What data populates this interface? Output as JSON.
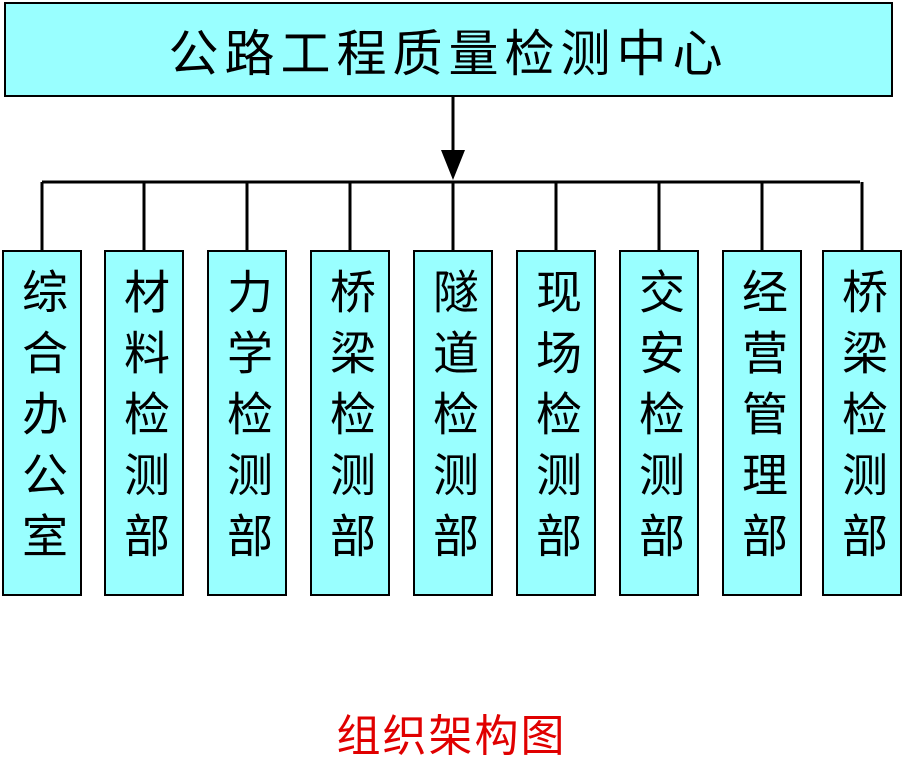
{
  "title": "公路工程质量检测中心",
  "departments": [
    "综合办公室",
    "材料检测部",
    "力学检测部",
    "桥梁检测部",
    "隧道检测部",
    "现场检测部",
    "交安检测部",
    "经营管理部",
    "桥梁检测部"
  ],
  "caption": "组织架构图",
  "colors": {
    "box": "#99FFFF",
    "caption": "#E00000"
  }
}
